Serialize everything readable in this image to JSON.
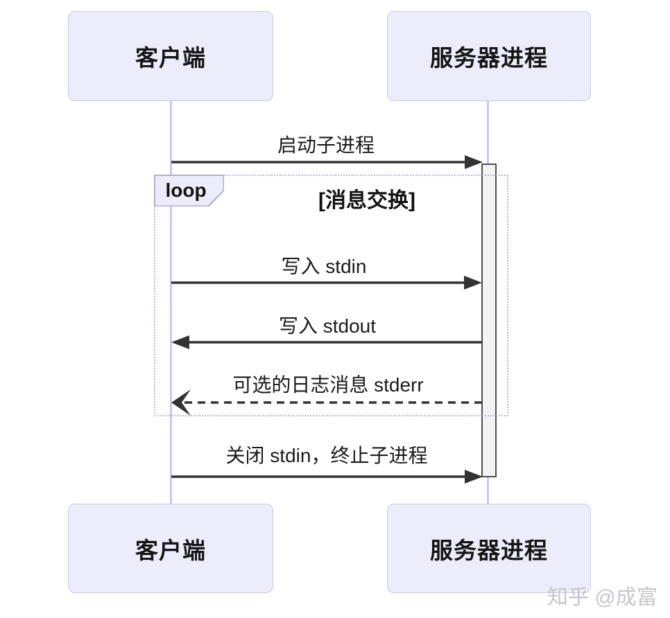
{
  "diagram": {
    "type": "sequence",
    "actors": [
      {
        "id": "client",
        "label": "客户端"
      },
      {
        "id": "server",
        "label": "服务器进程"
      }
    ],
    "loop": {
      "keyword": "loop",
      "condition": "[消息交换]"
    },
    "messages": [
      {
        "from": "client",
        "to": "server",
        "label": "启动子进程",
        "line": "solid",
        "arrowhead": "filled"
      },
      {
        "from": "client",
        "to": "server",
        "label": "写入 stdin",
        "line": "solid",
        "arrowhead": "filled"
      },
      {
        "from": "server",
        "to": "client",
        "label": "写入 stdout",
        "line": "solid",
        "arrowhead": "filled"
      },
      {
        "from": "server",
        "to": "client",
        "label": "可选的日志消息 stderr",
        "line": "dashed",
        "arrowhead": "open"
      },
      {
        "from": "client",
        "to": "server",
        "label": "关闭 stdin，终止子进程",
        "line": "solid",
        "arrowhead": "filled"
      }
    ],
    "colors": {
      "actor_fill": "#ececfa",
      "actor_border": "#c9c9e6",
      "lifeline": "#cbc7e6",
      "loop_border": "#b5b5da",
      "arrow": "#333333",
      "activation_fill": "#f3f3f6",
      "activation_border": "#4f4f4f",
      "text": "#151515"
    }
  },
  "watermark": {
    "text": "知乎 @成富"
  }
}
